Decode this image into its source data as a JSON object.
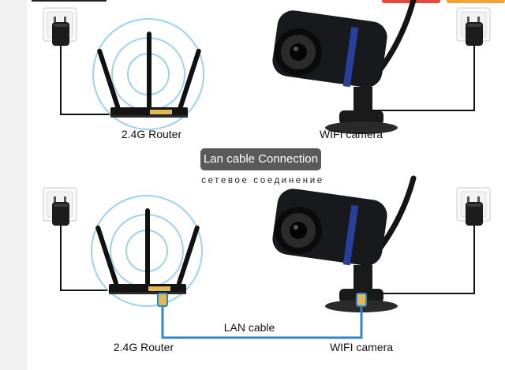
{
  "labels": {
    "top_router": "2.4G Router",
    "top_camera": "WIFI camera",
    "connection_pill": "Lan cable Connection",
    "connection_subtitle": "сетевое соединение",
    "bottom_router": "2.4G Router",
    "bottom_camera": "WIFI camera",
    "lan_cable": "LAN cable"
  },
  "colors": {
    "wifi_wave": "#9fd2ea",
    "device_body": "#15171b",
    "camera_accent": "#2a3f9a",
    "lan_cable": "#2f86c8",
    "router_ports": "#e1b85a"
  },
  "icons": [
    "wall-outlet-icon",
    "power-adapter-icon",
    "router-icon",
    "wifi-waves-icon",
    "bullet-camera-icon",
    "lan-cable-icon"
  ]
}
